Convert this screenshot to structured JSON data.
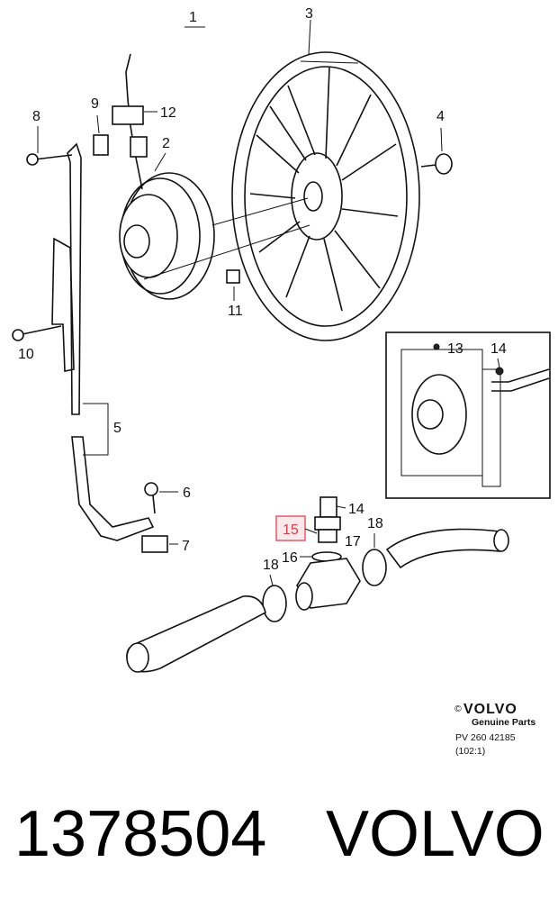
{
  "diagram": {
    "labels": {
      "l1": "1",
      "l2": "2",
      "l3": "3",
      "l4": "4",
      "l5": "5",
      "l6": "6",
      "l7": "7",
      "l8": "8",
      "l9": "9",
      "l10": "10",
      "l11": "11",
      "l12": "12",
      "l13": "13",
      "l14a": "14",
      "l14b": "14",
      "l15": "15",
      "l16": "16",
      "l17": "17",
      "l18a": "18",
      "l18b": "18"
    },
    "highlighted_part": "15",
    "highlight_color": "#e05a6a"
  },
  "copyright": {
    "symbol": "©",
    "brand": "VOLVO",
    "subtitle": "Genuine Parts",
    "ref_code": "PV 260  42185",
    "scale": "(102:1)"
  },
  "footer": {
    "part_number": "1378504",
    "brand": "VOLVO"
  }
}
